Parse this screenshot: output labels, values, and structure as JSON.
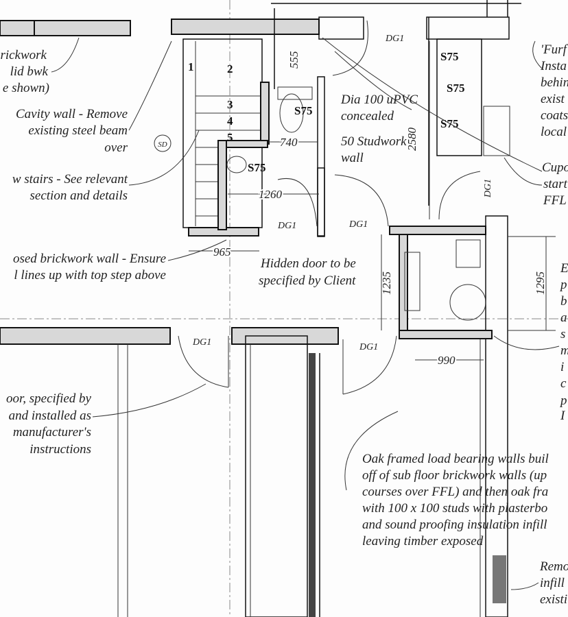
{
  "notes_left": {
    "brickwork": [
      "rickwork",
      "lid bwk",
      "e shown)"
    ],
    "cavity": [
      "Cavity wall - Remove",
      "existing steel beam",
      "over"
    ],
    "stairs": [
      "w stairs - See relevant",
      "section and details"
    ],
    "exposed": [
      "osed brickwork wall - Ensure",
      "l lines up with top step above"
    ],
    "door": [
      "oor, specified by",
      "and installed as",
      "manufacturer's",
      "instructions"
    ]
  },
  "section_marker": "SD",
  "stair_numbers": [
    "1",
    "2",
    "3",
    "4",
    "5"
  ],
  "fixtures": [
    "S75",
    "S75",
    "S75",
    "S75",
    "S75"
  ],
  "dimensions": {
    "d555": "555",
    "d2580": "2580",
    "d740": "740",
    "d1260": "1260",
    "d965": "965",
    "d1235": "1235",
    "d1295": "1295",
    "d990": "990"
  },
  "notes_center": {
    "pipe": [
      "Dia 100 uPVC",
      "concealed"
    ],
    "stud": [
      "50 Studwork",
      "wall"
    ],
    "hidden": [
      "Hidden door to be",
      "specified by Client"
    ]
  },
  "door_tags": [
    "DG1",
    "DG1",
    "DG1",
    "DG1",
    "DG1",
    "DG1"
  ],
  "notes_right": {
    "furf": [
      "'Furf",
      "Insta",
      "behin",
      "exist",
      "coats",
      "local"
    ],
    "cupo": [
      "Cupo",
      "start",
      "FFL"
    ],
    "e": [
      "E",
      "p",
      "b",
      "a",
      "s",
      "m",
      "i",
      "c",
      "p",
      "I"
    ],
    "remo": [
      "Remo",
      "infill",
      "existi"
    ]
  },
  "notes_bottom": [
    "Oak framed load bearing walls buil",
    "off of sub floor brickwork walls (up",
    "courses over FFL) and then oak fra",
    "with 100 x 100 studs with plasterbo",
    "and sound proofing insulation infill",
    "leaving timber exposed"
  ]
}
